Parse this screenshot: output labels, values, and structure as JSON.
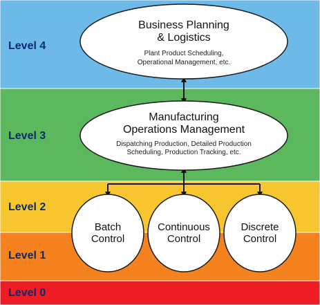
{
  "levels": [
    {
      "label": "Level 4",
      "color": "#6db9e8"
    },
    {
      "label": "Level 3",
      "color": "#5cb85c"
    },
    {
      "label": "Level 2",
      "color": "#f7c62f"
    },
    {
      "label": "Level 1",
      "color": "#f4831f"
    },
    {
      "label": "Level 0",
      "color": "#ee1c25"
    }
  ],
  "label_color": "#0b2a6f",
  "business_planning": {
    "title_line1": "Business Planning",
    "title_line2": "& Logistics",
    "detail_line1": "Plant Product Scheduling,",
    "detail_line2": "Operational Management, etc."
  },
  "manufacturing_ops": {
    "title_line1": "Manufacturing",
    "title_line2": "Operations Management",
    "detail_line1": "Dispatching Production, Detailed Production",
    "detail_line2": "Scheduling, Production Tracking, etc."
  },
  "controls": [
    {
      "line1": "Batch",
      "line2": "Control"
    },
    {
      "line1": "Continuous",
      "line2": "Control"
    },
    {
      "line1": "Discrete",
      "line2": "Control"
    }
  ]
}
